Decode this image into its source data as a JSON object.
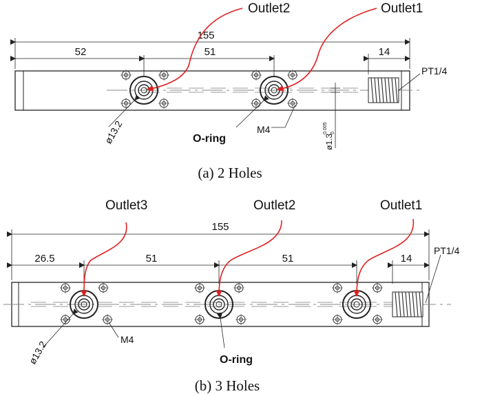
{
  "figure_a": {
    "outlets": [
      "Outlet2",
      "Outlet1"
    ],
    "dims": {
      "total": "155",
      "left": "52",
      "middle": "51",
      "right": "14"
    },
    "thread": "PT1/4",
    "diameter": "ø13.2",
    "screw": "M4",
    "oring": "O-ring",
    "groove_main": "ø1.3",
    "groove_sup": "0.005",
    "groove_sub": "0",
    "caption": "(a)  2 Holes"
  },
  "figure_b": {
    "outlets": [
      "Outlet3",
      "Outlet2",
      "Outlet1"
    ],
    "dims": {
      "total": "155",
      "left": "26.5",
      "mid1": "51",
      "mid2": "51",
      "right": "14"
    },
    "thread": "PT1/4",
    "diameter": "ø13.2",
    "screw": "M4",
    "oring": "O-ring",
    "caption": "(b) 3 Holes"
  },
  "colors": {
    "arrow": "#e02020",
    "line": "#222222",
    "center": "#888888"
  }
}
